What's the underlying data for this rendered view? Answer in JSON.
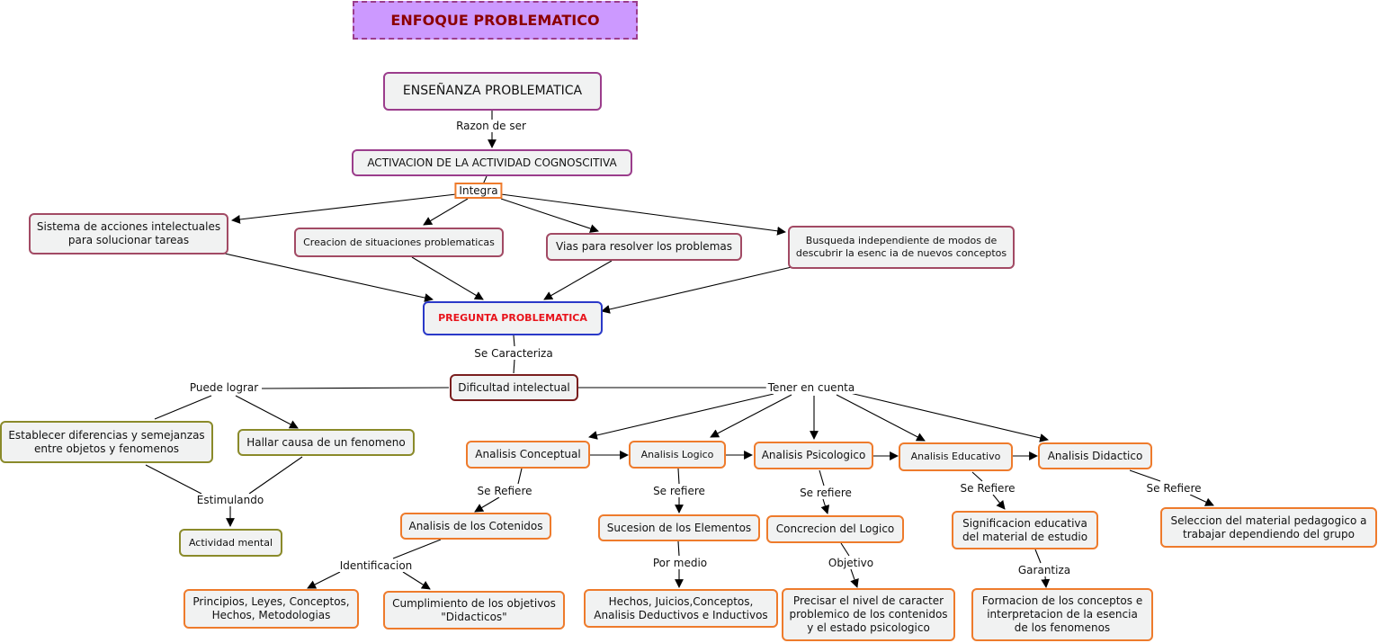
{
  "title": "ENFOQUE PROBLEMATICO",
  "nodes": {
    "ensenanza": "ENSEÑANZA PROBLEMATICA",
    "activacion": "ACTIVACION DE LA ACTIVIDAD COGNOSCITIVA",
    "sistema": "Sistema de acciones intelectuales para solucionar tareas",
    "creacion": "Creacion de situaciones problematicas",
    "vias": "Vias para resolver los problemas",
    "busqueda": "Busqueda independiente de modos de descubrir la esenc ia de nuevos conceptos",
    "pregunta": "PREGUNTA PROBLEMATICA",
    "dificultad": "Dificultad intelectual",
    "establecer": "Establecer diferencias y semejanzas entre objetos y fenomenos",
    "hallar": "Hallar causa de un fenomeno",
    "actividad": "Actividad mental",
    "conceptual": "Analisis Conceptual",
    "logico": "Analisis Logico",
    "psicologico": "Analisis Psicologico",
    "educativo": "Analisis Educativo",
    "didactico": "Analisis Didactico",
    "cotenidos": "Analisis de los Cotenidos",
    "sucesion": "Sucesion de los Elementos",
    "concrecion": "Concrecion del Logico",
    "significacion": "Significacion educativa del material de estudio",
    "seleccion": "Seleccion del material pedagogico a trabajar dependiendo del grupo",
    "principios": "Principios, Leyes, Conceptos, Hechos, Metodologias",
    "cumplimiento": "Cumplimiento de los objetivos \"Didacticos\"",
    "hechos": "Hechos, Juicios,Conceptos, Analisis Deductivos e Inductivos",
    "precisar": "Precisar el nivel de caracter problemico de los contenidos y el estado psicologico",
    "formacion": "Formacion de los conceptos e interpretacion  de la esencia de los fenomenos"
  },
  "links": {
    "razon": "Razon de ser",
    "integra": "Integra",
    "caracteriza": "Se Caracteriza",
    "puede": "Puede lograr",
    "tener": "Tener en cuenta",
    "estimulando": "Estimulando",
    "refiere_conceptual": "Se Refiere",
    "refiere_logico": "Se refiere",
    "refiere_psicologico": "Se refiere",
    "refiere_educativo": "Se Refiere",
    "refiere_didactico": "Se Refiere",
    "identificacion": "Identificacion",
    "por_medio": "Por medio",
    "objetivo": "Objetivo",
    "garantiza": "Garantiza"
  },
  "colors": {
    "title_fill": "#cc99ff",
    "title_text": "#8b0000",
    "pregunta_text": "#e8141c",
    "orange_border": "#ee7b2c",
    "purple_border": "#9b3d8c",
    "blue_border": "#2a39c8",
    "olive_border": "#8a8a2a"
  }
}
